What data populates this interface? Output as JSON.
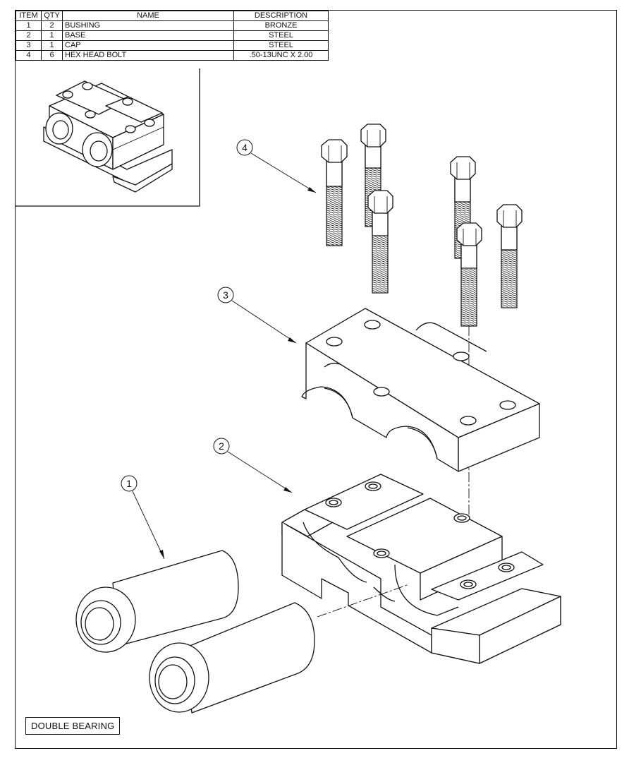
{
  "parts_list": {
    "headers": {
      "item": "ITEM",
      "qty": "QTY",
      "name": "NAME",
      "description": "DESCRIPTION"
    },
    "rows": [
      {
        "item": "1",
        "qty": "2",
        "name": "BUSHING",
        "description": "BRONZE"
      },
      {
        "item": "2",
        "qty": "1",
        "name": "BASE",
        "description": "STEEL"
      },
      {
        "item": "3",
        "qty": "1",
        "name": "CAP",
        "description": "STEEL"
      },
      {
        "item": "4",
        "qty": "6",
        "name": "HEX HEAD BOLT",
        "description": ".50-13UNC X 2.00"
      }
    ]
  },
  "balloons": [
    "1",
    "2",
    "3",
    "4"
  ],
  "title": "DOUBLE BEARING"
}
